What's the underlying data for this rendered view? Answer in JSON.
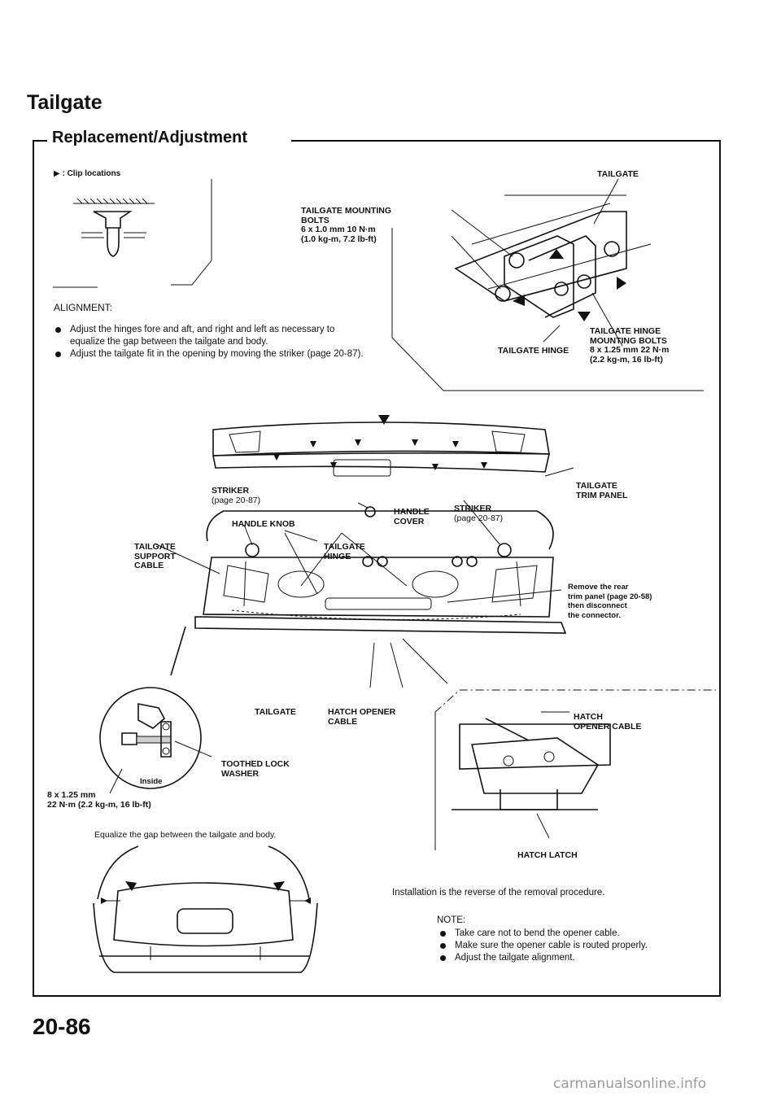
{
  "title": "Tailgate",
  "subtitle": "Replacement/Adjustment",
  "clip_legend": "▶ : Clip locations",
  "alignment": {
    "heading": "ALIGNMENT:",
    "bullets": [
      "Adjust the hinges fore and aft, and right and left as necessary to equalize the gap between the tailgate and body.",
      "Adjust the tailgate fit in the opening by moving the striker (page 20-87)."
    ]
  },
  "hinge_diagram": {
    "tailgate": "TAILGATE",
    "mounting_bolts": [
      "TAILGATE MOUNTING",
      "BOLTS",
      "6 x 1.0 mm 10 N·m",
      "(1.0 kg-m, 7.2 lb-ft)"
    ],
    "hinge": "TAILGATE HINGE",
    "hinge_bolts": [
      "TAILGATE HINGE",
      "MOUNTING BOLTS",
      "8 x 1.25 mm 22 N·m",
      "(2.2 kg-m, 16 lb-ft)"
    ]
  },
  "main_diagram": {
    "trim_panel": [
      "TAILGATE",
      "TRIM PANEL"
    ],
    "striker_left": [
      "STRIKER",
      "(page 20-87)"
    ],
    "handle_knob": "HANDLE KNOB",
    "handle_cover": [
      "HANDLE",
      "COVER"
    ],
    "striker_right": [
      "STRIKER",
      "(page 20-87)"
    ],
    "support_cable": [
      "TAILGATE",
      "SUPPORT",
      "CABLE"
    ],
    "tailgate_hinge": [
      "TAILGATE",
      "HINGE"
    ],
    "remove_note": [
      "Remove the rear",
      "trim panel (page 20-58)",
      "then disconnect",
      "the connector."
    ],
    "tailgate": "TAILGATE",
    "hatch_opener_cable": [
      "HATCH OPENER",
      "CABLE"
    ]
  },
  "washer_detail": {
    "inside": "Inside",
    "toothed_washer": [
      "TOOTHED LOCK",
      "WASHER"
    ],
    "torque": [
      "8 x 1.25 mm",
      "22 N·m (2.2 kg-m, 16 lb-ft)"
    ]
  },
  "equalize_note": "Equalize the gap between the tailgate and body.",
  "latch_detail": {
    "opener_cable": [
      "HATCH",
      "OPENER CABLE"
    ],
    "latch": "HATCH LATCH"
  },
  "installation": {
    "text": "Installation is the reverse of the removal procedure.",
    "note_heading": "NOTE:",
    "notes": [
      "Take care not to bend the opener cable.",
      "Make sure the opener cable is routed properly.",
      "Adjust the tailgate alignment."
    ]
  },
  "page_number": "20-86",
  "watermark": "carmanualsonline.info"
}
